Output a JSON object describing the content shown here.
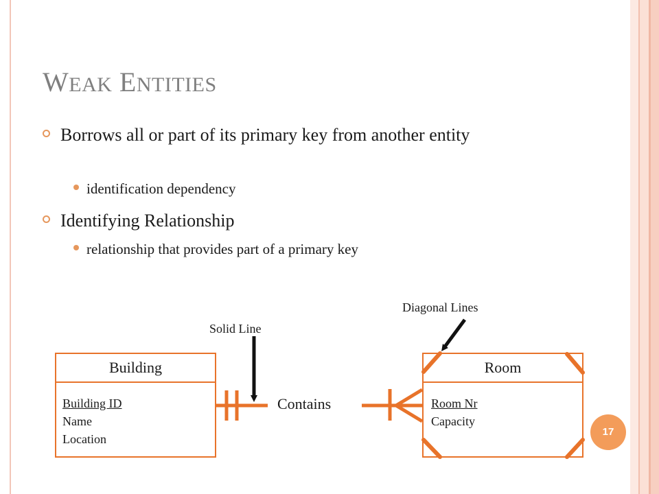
{
  "title": {
    "first_initial": "W",
    "first_rest": "EAK",
    "second_initial": "E",
    "second_rest": "NTITIES"
  },
  "bullets": [
    {
      "text": "Borrows all or part of its primary key from another entity",
      "sub": "identification dependency"
    },
    {
      "text": "Identifying Relationship",
      "sub": "relationship that provides part of a primary key"
    }
  ],
  "diagram": {
    "callouts": {
      "solid_line": "Solid Line",
      "diagonal_lines": "Diagonal Lines"
    },
    "relationship_label": "Contains",
    "entities": [
      {
        "name": "Building",
        "key": "Building ID",
        "attributes": [
          "Name",
          "Location"
        ]
      },
      {
        "name": "Room",
        "key": "Room Nr",
        "attributes": [
          "Capacity"
        ]
      }
    ]
  },
  "page_number": "17",
  "colors": {
    "accent": "#e8732a",
    "title": "#7f7f7f",
    "bullet": "#e6975c",
    "frame": "#f4c3b3"
  }
}
